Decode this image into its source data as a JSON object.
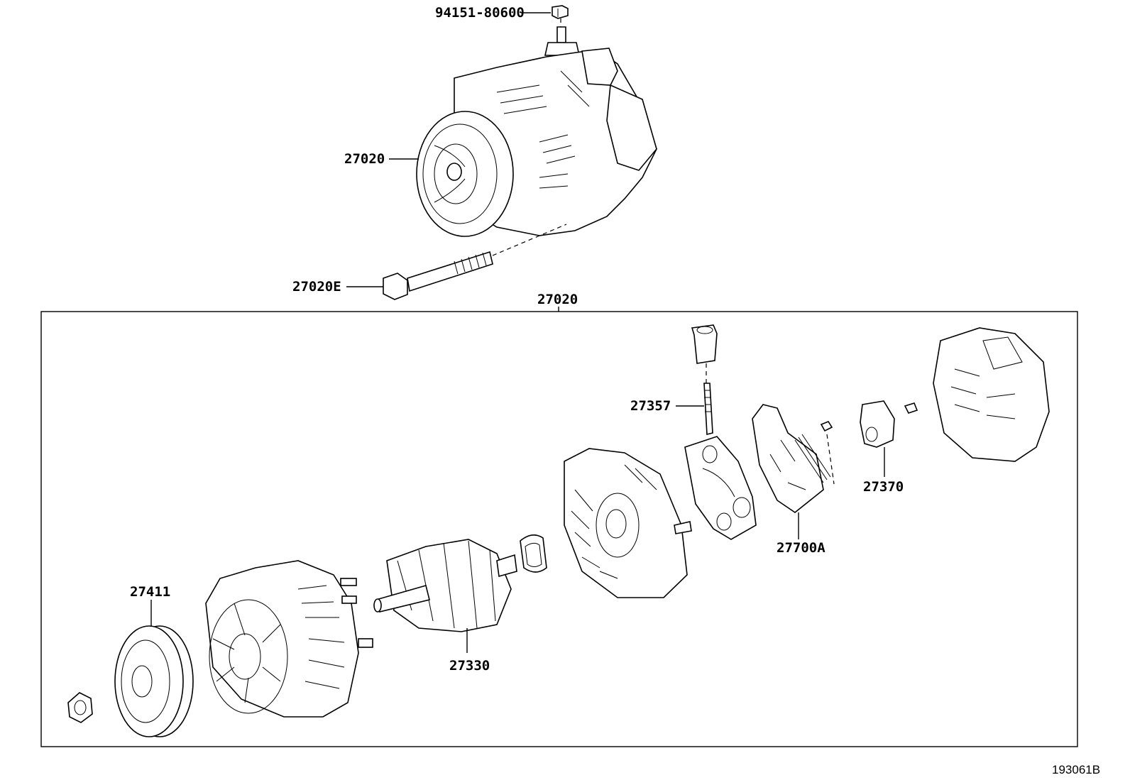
{
  "diagram": {
    "labels": {
      "bolt_top": "94151-80600",
      "alternator_assy": "27020",
      "through_bolt": "27020E",
      "kit_bracket": "27020",
      "terminal_insulator": "27357",
      "brush_holder": "27370",
      "regulator": "27700A",
      "pulley": "27411",
      "rotor": "27330"
    },
    "reference_code": "193061B"
  }
}
